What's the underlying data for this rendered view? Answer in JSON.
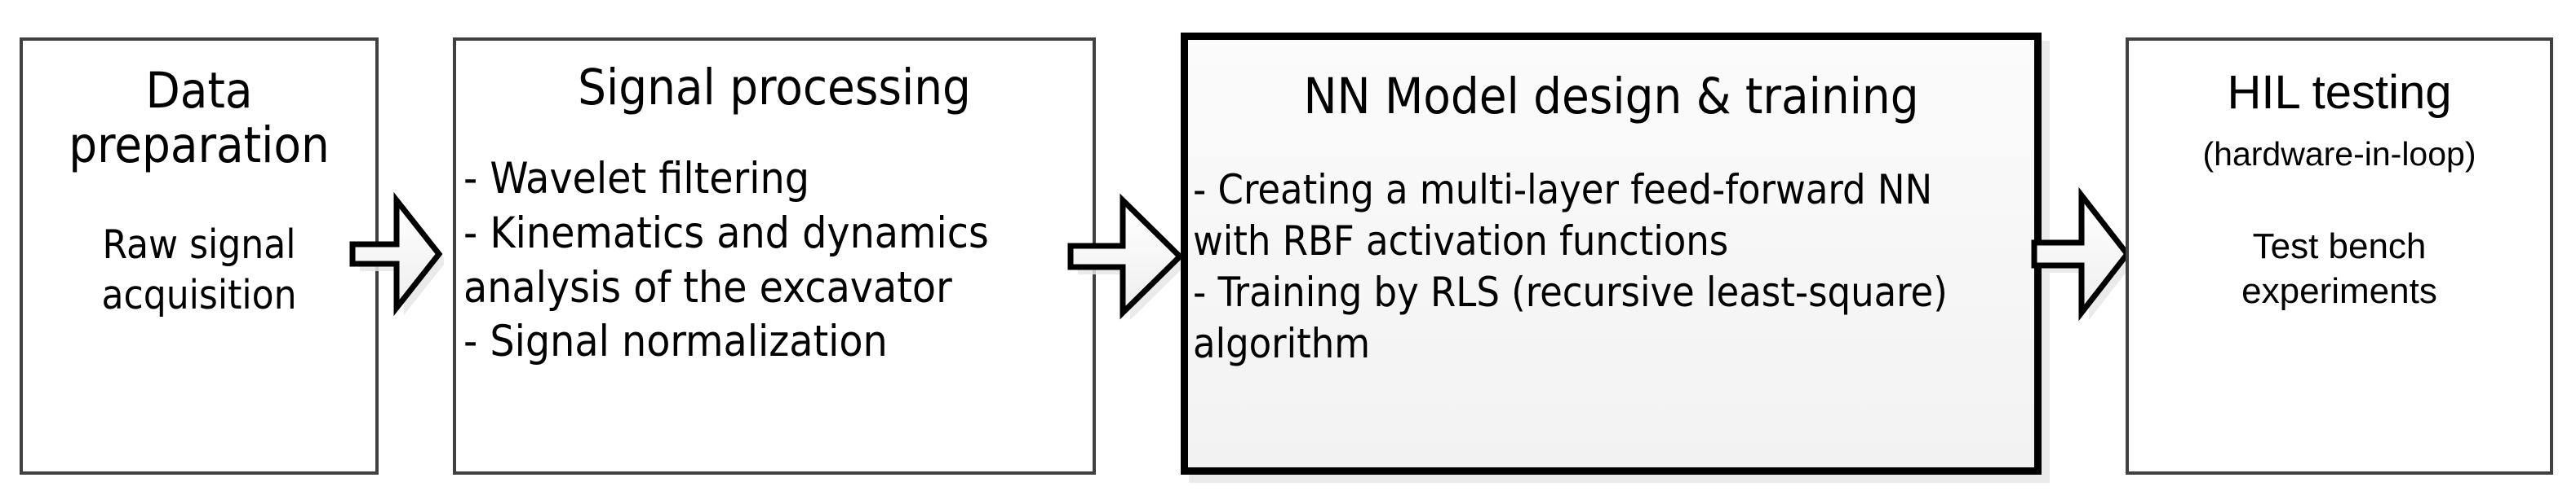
{
  "diagram": {
    "type": "process-flow",
    "orientation": "left-to-right",
    "stage_count": 4,
    "arrow_count": 3,
    "colors": {
      "box_border": "#404040",
      "emphasis_border": "#000000",
      "box_fill": "#ffffff",
      "emphasis_fill": "#f2f2f2",
      "text": "#000000",
      "arrow_outline": "#000000",
      "arrow_fill": "#f2f2f2",
      "shadow": "#e3e3e3"
    },
    "stages": [
      {
        "id": "data-preparation",
        "title": "Data\npreparation",
        "body": "Raw signal\nacquisition",
        "emphasis": false
      },
      {
        "id": "signal-processing",
        "title": "Signal processing",
        "body": "- Wavelet filtering\n- Kinematics and dynamics\nanalysis of the excavator\n- Signal normalization",
        "emphasis": false
      },
      {
        "id": "nn-model",
        "title": "NN Model design & training",
        "body": "- Creating a multi-layer feed-forward NN\nwith RBF activation functions\n- Training by RLS (recursive least-square)\nalgorithm",
        "emphasis": true
      },
      {
        "id": "hil-testing",
        "title": "HIL testing",
        "subtitle": "(hardware-in-loop)",
        "body": "Test bench\nexperiments",
        "emphasis": false
      }
    ],
    "arrows": [
      {
        "id": "arrow-1",
        "from": "data-preparation",
        "to": "signal-processing",
        "glyph": "block-arrow-right"
      },
      {
        "id": "arrow-2",
        "from": "signal-processing",
        "to": "nn-model",
        "glyph": "block-arrow-right"
      },
      {
        "id": "arrow-3",
        "from": "nn-model",
        "to": "hil-testing",
        "glyph": "block-arrow-right"
      }
    ]
  }
}
